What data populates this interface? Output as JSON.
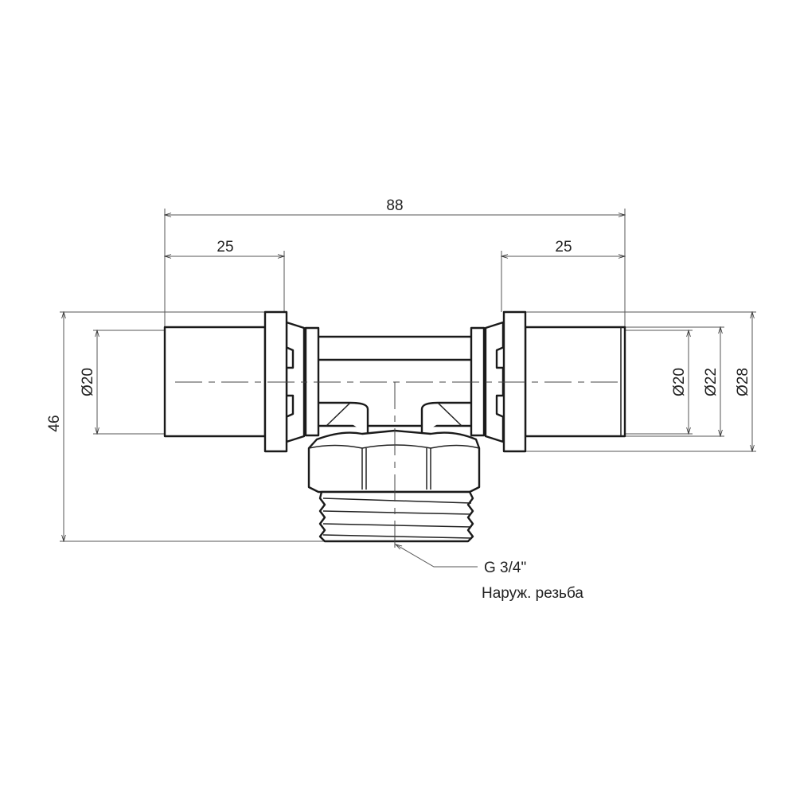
{
  "drawing": {
    "dimensions": {
      "overall_length": "88",
      "left_socket_length": "25",
      "right_socket_length": "25",
      "overall_height": "46",
      "left_diameter": "Ø20",
      "right_inner_diameter": "Ø20",
      "right_pipe_diameter": "Ø22",
      "right_outer_diameter": "Ø28"
    },
    "thread_callout": {
      "size": "G 3/4\"",
      "description": "Наруж. резьба"
    }
  }
}
